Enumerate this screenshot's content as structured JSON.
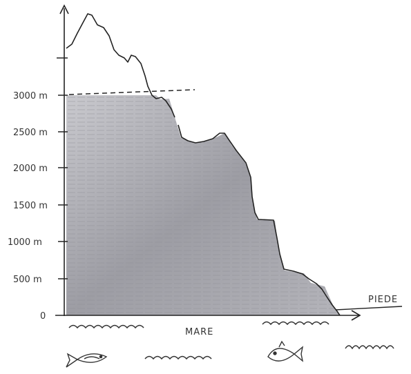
{
  "tick_labels": [
    {
      "label": "3000 m",
      "value": 3000
    },
    {
      "label": "2500 m",
      "value": 2500
    },
    {
      "label": "2000 m",
      "value": 2000
    },
    {
      "label": "1500 m",
      "value": 1500
    },
    {
      "label": "1000 m",
      "value": 1000
    },
    {
      "label": "500 m",
      "value": 500
    },
    {
      "label": "0",
      "value": 0
    }
  ],
  "labels": {
    "sea": "MARE",
    "foot": "PIEDE"
  },
  "colors": {
    "ink": "#222222",
    "shading": "#a7a7ad",
    "shading_dark": "#8b8b92"
  },
  "icons": [
    "wave-icon",
    "fish-icon"
  ]
}
